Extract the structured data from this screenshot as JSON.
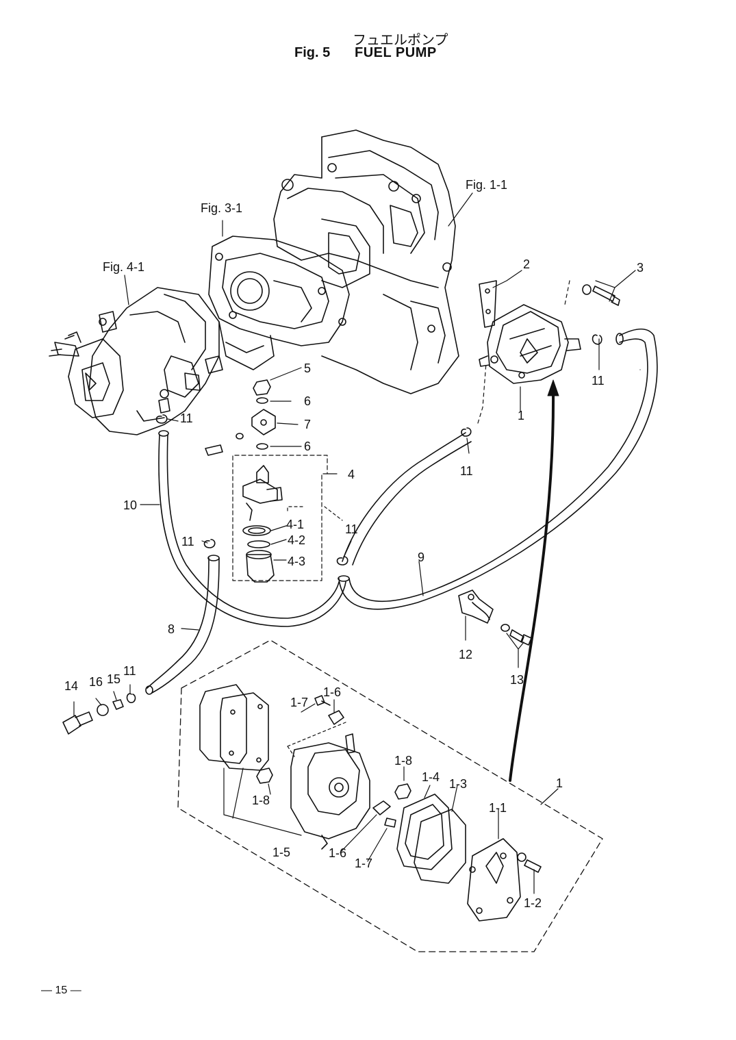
{
  "header": {
    "title_jp": "フュエルポンプ",
    "figure_number": "Fig. 5",
    "title_en": "FUEL PUMP"
  },
  "references": {
    "fig_1_1": "Fig. 1-1",
    "fig_3_1": "Fig. 3-1",
    "fig_4_1": "Fig. 4-1"
  },
  "callouts": {
    "c1_top": "1",
    "c2": "2",
    "c3": "3",
    "c4": "4",
    "c4_1": "4-1",
    "c4_2": "4-2",
    "c4_3": "4-3",
    "c5": "5",
    "c6_a": "6",
    "c6_b": "6",
    "c7": "7",
    "c8": "8",
    "c9": "9",
    "c10": "10",
    "c11_a": "11",
    "c11_b": "11",
    "c11_c": "11",
    "c11_d": "11",
    "c11_e": "11",
    "c11_f": "11",
    "c12": "12",
    "c13": "13",
    "c14": "14",
    "c15": "15",
    "c16": "16",
    "c1_kit": "1",
    "c1_1": "1-1",
    "c1_2": "1-2",
    "c1_3": "1-3",
    "c1_4": "1-4",
    "c1_5": "1-5",
    "c1_6_a": "1-6",
    "c1_6_b": "1-6",
    "c1_7_a": "1-7",
    "c1_7_b": "1-7",
    "c1_8_a": "1-8",
    "c1_8_b": "1-8"
  },
  "footer": {
    "page_number": "— 15 —"
  },
  "colors": {
    "ink": "#111111",
    "paper": "#ffffff"
  }
}
